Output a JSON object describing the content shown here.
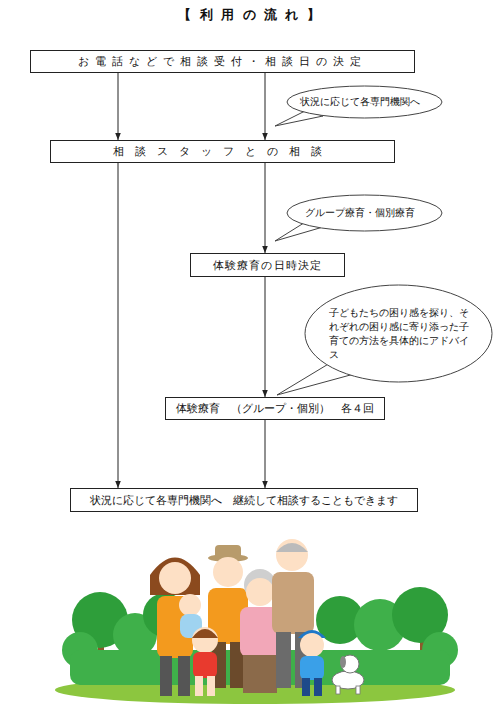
{
  "diagram": {
    "title": "【 利 用 の 流 れ 】",
    "nodes": [
      {
        "text": [
          "お電話などで相談受付・相談日の決定"
        ]
      },
      {
        "text": [
          "状況に応じて各専門機関へ"
        ]
      },
      {
        "text": [
          "相談スタッフとの相談"
        ]
      },
      {
        "text": [
          "グループ療育・個別療育"
        ]
      },
      {
        "text": [
          "体験療育の日時決定"
        ]
      },
      {
        "text": [
          "子どもたちの困り感を探り、それぞれの困り感に寄り添った子育ての方法を具体的にアドバイス"
        ]
      },
      {
        "text": [
          "体験療育　（グループ・個別）　各４回"
        ]
      },
      {
        "text": [
          "状況に応じて各専門機関へ　継続して相談することもできます"
        ]
      }
    ],
    "edges": [
      {
        "from": 0,
        "to": 2,
        "arrow": "to"
      },
      {
        "from": 0,
        "to": 2,
        "arrow": "to"
      },
      {
        "from": 2,
        "to": 4,
        "arrow": "to"
      },
      {
        "from": 2,
        "to": 7,
        "arrow": "to"
      },
      {
        "from": 4,
        "to": 6,
        "arrow": "to"
      },
      {
        "from": 6,
        "to": 7,
        "arrow": "to"
      }
    ]
  }
}
